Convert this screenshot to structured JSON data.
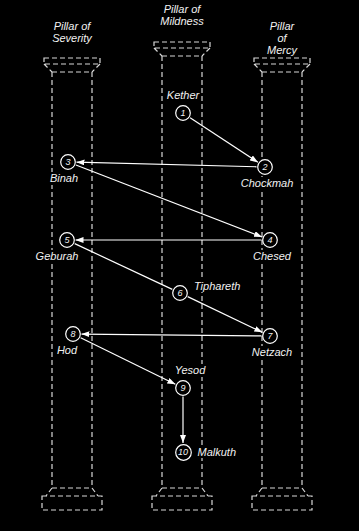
{
  "diagram": {
    "nodes": [
      {
        "text": [
          "1",
          "Kether"
        ]
      },
      {
        "text": [
          "2",
          "Chockmah"
        ]
      },
      {
        "text": [
          "3",
          "Binah"
        ]
      },
      {
        "text": [
          "4",
          "Chesed"
        ]
      },
      {
        "text": [
          "5",
          "Geburah"
        ]
      },
      {
        "text": [
          "6",
          "Tiphareth"
        ]
      },
      {
        "text": [
          "7",
          "Netzach"
        ]
      },
      {
        "text": [
          "8",
          "Hod"
        ]
      },
      {
        "text": [
          "9",
          "Yesod"
        ]
      },
      {
        "text": [
          "10",
          "Malkuth"
        ]
      }
    ],
    "edges": [
      {
        "from": 0,
        "to": 1,
        "arrow": "to"
      },
      {
        "from": 1,
        "to": 2,
        "arrow": "to"
      },
      {
        "from": 2,
        "to": 3,
        "arrow": "to"
      },
      {
        "from": 3,
        "to": 4,
        "arrow": "to"
      },
      {
        "from": 4,
        "to": 5,
        "arrow": "none"
      },
      {
        "from": 5,
        "to": 6,
        "arrow": "to"
      },
      {
        "from": 6,
        "to": 7,
        "arrow": "to"
      },
      {
        "from": 7,
        "to": 8,
        "arrow": "to"
      },
      {
        "from": 8,
        "to": 9,
        "arrow": "to"
      }
    ],
    "labels": [
      "Pillar of Severity",
      "Pillar of Mildness",
      "Pillar of Mercy"
    ]
  }
}
